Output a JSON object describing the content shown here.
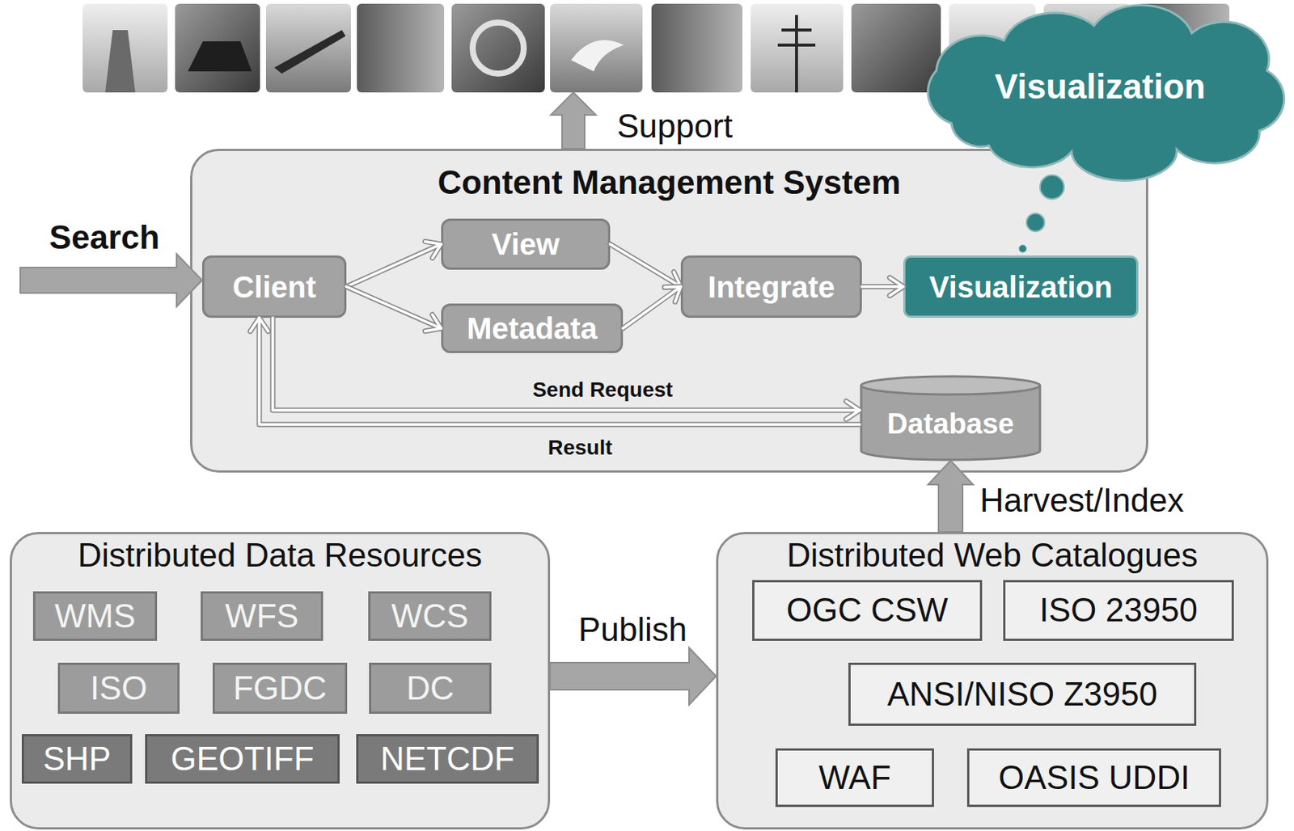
{
  "diagram": {
    "nodes": [
      {
        "text": [
          "Visualization"
        ]
      },
      {
        "text": [
          "Content Management System"
        ]
      },
      {
        "text": [
          "Client"
        ],
        "in": 1
      },
      {
        "text": [
          "View"
        ],
        "in": 1
      },
      {
        "text": [
          "Metadata"
        ],
        "in": 1
      },
      {
        "text": [
          "Integrate"
        ],
        "in": 1
      },
      {
        "text": [
          "Visualization"
        ],
        "in": 1
      },
      {
        "text": [
          "Database"
        ],
        "in": 1
      },
      {
        "text": [
          "Distributed Data Resources"
        ]
      },
      {
        "text": [
          "WMS"
        ],
        "in": 8
      },
      {
        "text": [
          "WFS"
        ],
        "in": 8
      },
      {
        "text": [
          "WCS"
        ],
        "in": 8
      },
      {
        "text": [
          "ISO"
        ],
        "in": 8
      },
      {
        "text": [
          "FGDC"
        ],
        "in": 8
      },
      {
        "text": [
          "DC"
        ],
        "in": 8
      },
      {
        "text": [
          "SHP"
        ],
        "in": 8
      },
      {
        "text": [
          "GEOTIFF"
        ],
        "in": 8
      },
      {
        "text": [
          "NETCDF"
        ],
        "in": 8
      },
      {
        "text": [
          "Distributed Web Catalogues"
        ]
      },
      {
        "text": [
          "OGC CSW"
        ],
        "in": 18
      },
      {
        "text": [
          "ISO 23950"
        ],
        "in": 18
      },
      {
        "text": [
          "ANSI/NISO Z3950"
        ],
        "in": 18
      },
      {
        "text": [
          "WAF"
        ],
        "in": 18
      },
      {
        "text": [
          "OASIS UDDI"
        ],
        "in": 18
      }
    ],
    "edges": [
      {
        "from": 2,
        "to": 3,
        "arrow": "to"
      },
      {
        "from": 2,
        "to": 4,
        "arrow": "to"
      },
      {
        "from": 3,
        "to": 5,
        "arrow": "to"
      },
      {
        "from": 4,
        "to": 5,
        "arrow": "to"
      },
      {
        "from": 5,
        "to": 6,
        "arrow": "to"
      },
      {
        "from": 2,
        "to": 7,
        "label": "Send Request",
        "arrow": "to"
      },
      {
        "from": 7,
        "to": 2,
        "label": "Result",
        "arrow": "to"
      },
      {
        "from": 8,
        "to": 18,
        "label": "Publish",
        "arrow": "to"
      },
      {
        "from": 18,
        "to": 7,
        "label": "Harvest/Index",
        "arrow": "to"
      }
    ],
    "labels": [
      "Search",
      "Support"
    ]
  }
}
